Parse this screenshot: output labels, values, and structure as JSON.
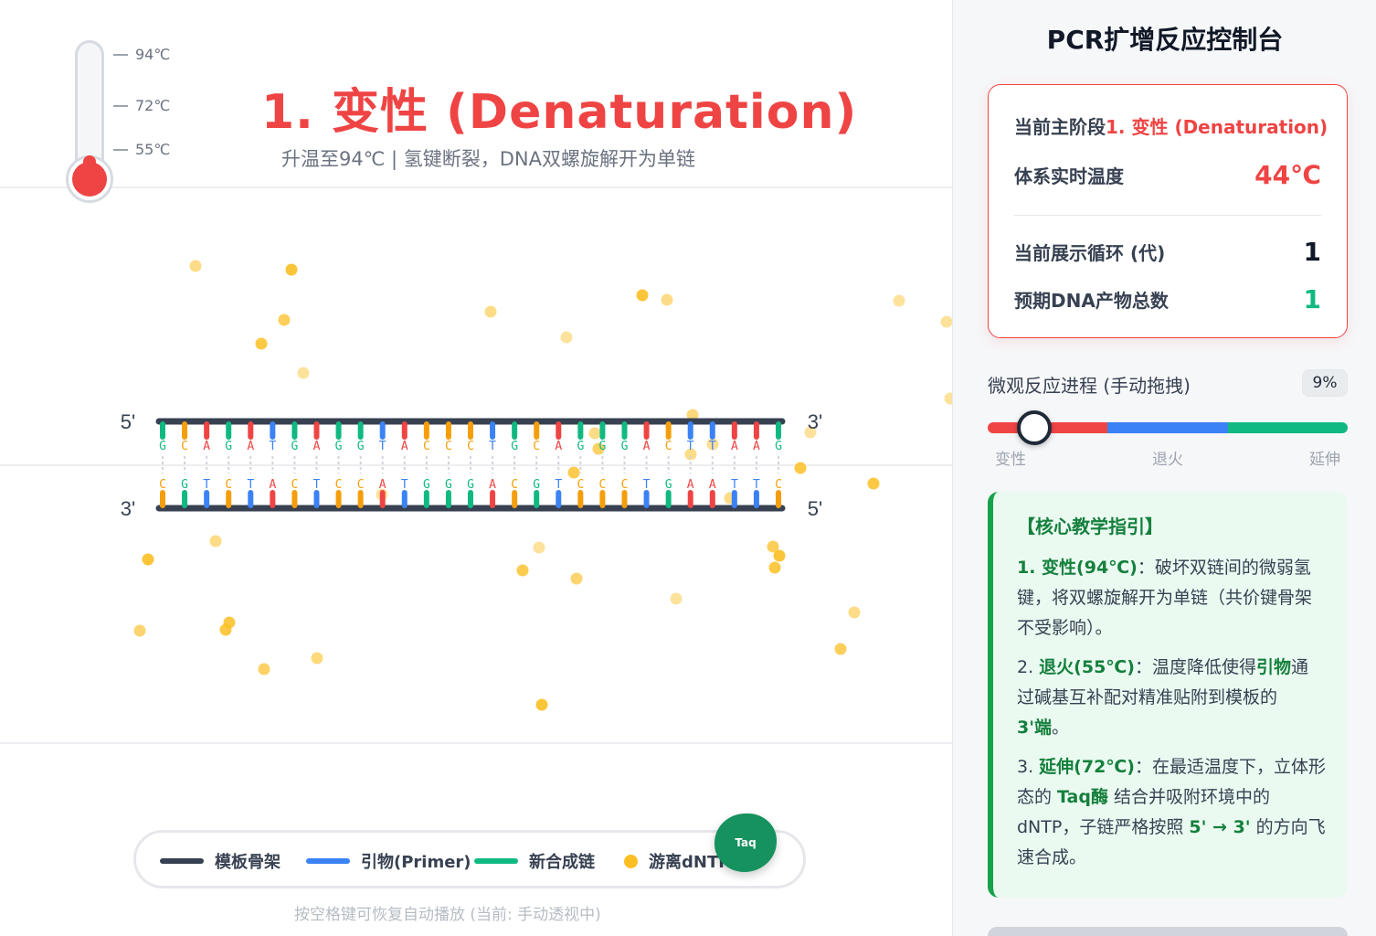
{
  "stage": {
    "title": "1. 变性 (Denaturation)",
    "subtitle": "升温至94℃ | 氢键断裂，DNA双螺旋解开为单链",
    "thermometer": {
      "ticks": [
        "94℃",
        "72℃",
        "55℃"
      ]
    }
  },
  "dna": {
    "top_strand": "GCAGATGAGGTACCCTGCAGGGACTTAAG",
    "bottom_strand": "CGTCTACTCCATGGGACGTCCCTGAATTC",
    "end_labels": {
      "top_left": "5'",
      "top_right": "3'",
      "bottom_left": "3'",
      "bottom_right": "5'"
    },
    "base_colors": {
      "A": "#ef4444",
      "T": "#3b82f6",
      "G": "#10b981",
      "C": "#f59e0b"
    },
    "backbone_color": "#374151"
  },
  "legend": {
    "items": [
      {
        "label": "模板骨架",
        "color": "#374151"
      },
      {
        "label": "引物(Primer)",
        "color": "#3b82f6"
      },
      {
        "label": "新合成链",
        "color": "#10b981"
      },
      {
        "label": "游离dNTP",
        "color": "#fbbf24"
      }
    ],
    "enzyme_label": "Taq"
  },
  "hint": "按空格键可恢复自动播放 (当前: 手动透视中)",
  "panel": {
    "title": "PCR扩增反应控制台",
    "status": {
      "phase_label": "当前主阶段",
      "phase_value": "1. 变性 (Denaturation)",
      "temp_label": "体系实时温度",
      "temp_value": "44℃",
      "cycle_label": "当前展示循环 (代)",
      "cycle_value": "1",
      "product_label": "预期DNA产物总数",
      "product_value": "1"
    },
    "progress": {
      "label": "微观反应进程 (手动拖拽)",
      "value_text": "9%",
      "value": 0.09,
      "phases": [
        "变性",
        "退火",
        "延伸"
      ],
      "phase_colors": [
        "#ef4444",
        "#3b82f6",
        "#10b981"
      ]
    },
    "guide": {
      "title": "【核心教学指引】",
      "p1_head": "1. 变性(94℃)",
      "p1_body": "：破坏双链间的微弱氢键，将双螺旋解开为单链（共价键骨架不受影响）。",
      "p2_num": "2. ",
      "p2_head": "退火(55℃)",
      "p2_mid": "：温度降低使得",
      "p2_key": "引物",
      "p2_mid2": "通过碱基互补配对精准贴附到模板的",
      "p2_key2": "3'端",
      "p2_end": "。",
      "p3_num": "3. ",
      "p3_head": "延伸(72℃)",
      "p3_mid": "：在最适温度下，立体形态的 ",
      "p3_key": "Taq酶",
      "p3_mid2": " 结合并吸附环境中的dNTP，子链严格按照 ",
      "p3_key2": "5' → 3'",
      "p3_end": " 的方向飞速合成。"
    }
  }
}
